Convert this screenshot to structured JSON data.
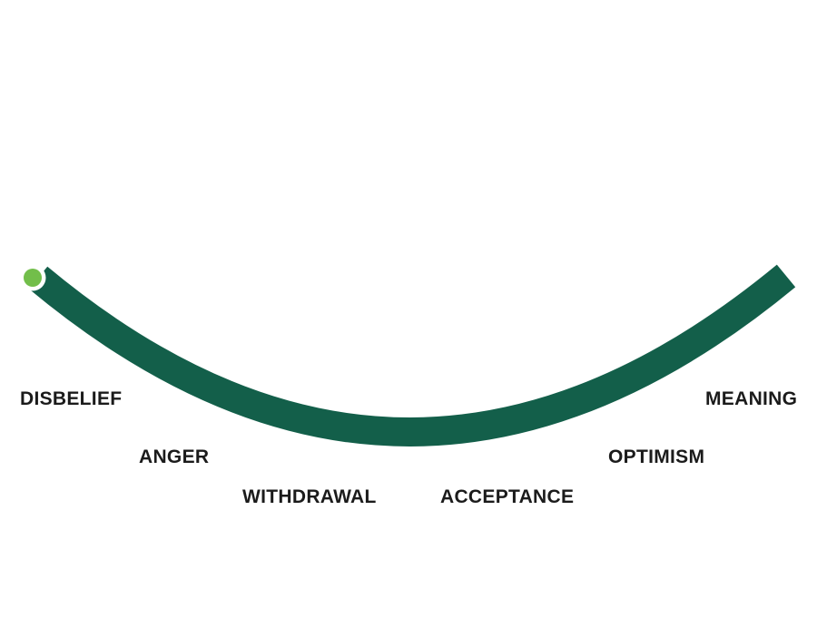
{
  "diagram": {
    "type": "change-curve",
    "colors": {
      "curve": "#135F4A",
      "start_dot": "#72BE4A",
      "start_dot_ring": "#FFFFFF",
      "label_text": "#1B1B1B",
      "background": "#FFFFFF"
    },
    "stages": [
      {
        "label": "DISBELIEF"
      },
      {
        "label": "ANGER"
      },
      {
        "label": "WITHDRAWAL"
      },
      {
        "label": "ACCEPTANCE"
      },
      {
        "label": "OPTIMISM"
      },
      {
        "label": "MEANING"
      }
    ]
  }
}
